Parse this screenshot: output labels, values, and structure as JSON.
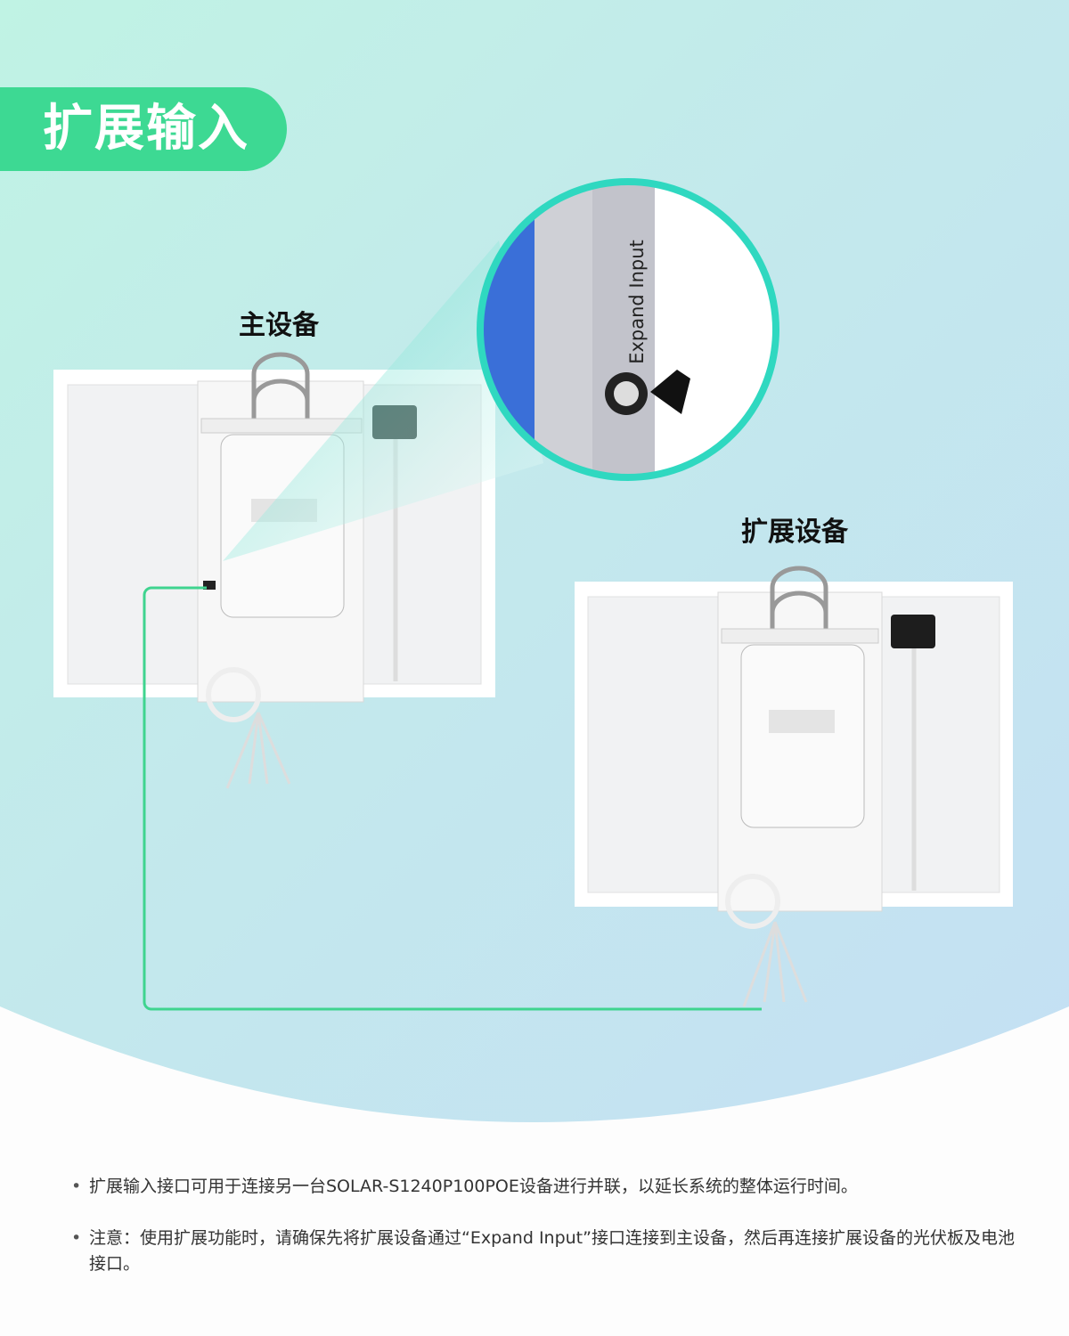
{
  "title": "扩展输入",
  "main_device_label": "主设备",
  "expansion_device_label": "扩展设备",
  "port_label": "Expand Input",
  "notes": [
    "扩展输入接口可用于连接另一台SOLAR-S1240P100POE设备进行并联，以延长系统的整体运行时间。",
    "注意：使用扩展功能时，请确保先将扩展设备通过“Expand Input”接口连接到主设备，然后再连接扩展设备的光伏板及电池接口。"
  ],
  "colors": {
    "accent": "#3dd993",
    "ring": "#2fd8c0",
    "line": "#3fd48f"
  }
}
